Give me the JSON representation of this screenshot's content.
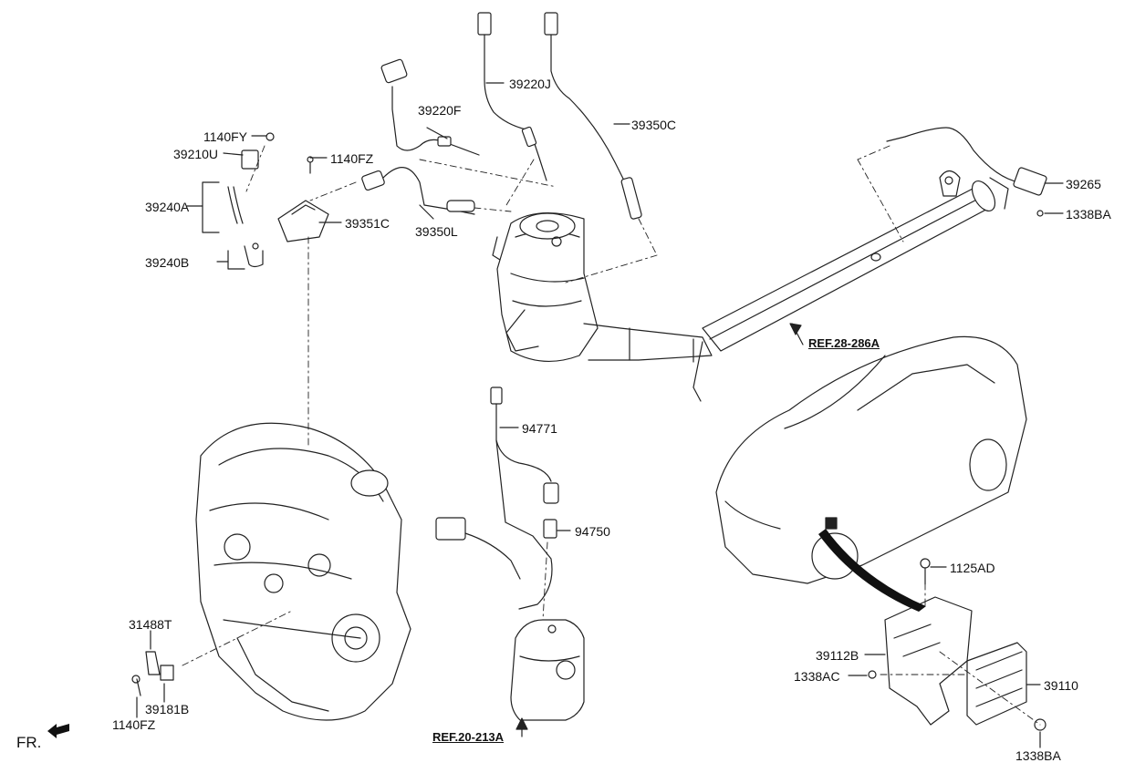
{
  "labels": {
    "p39220J": "39220J",
    "p39220F": "39220F",
    "p39350C": "39350C",
    "p1140FY": "1140FY",
    "p39210U": "39210U",
    "p1140FZ_top": "1140FZ",
    "p39240A": "39240A",
    "p39351C": "39351C",
    "p39350L": "39350L",
    "p39240B": "39240B",
    "p39265": "39265",
    "p1338BA_top": "1338BA",
    "ref28": "REF.28-286A",
    "p94771": "94771",
    "p94750": "94750",
    "p1125AD": "1125AD",
    "p39112B": "39112B",
    "p1338AC": "1338AC",
    "p39110": "39110",
    "p1338BA_bottom": "1338BA",
    "p31488T": "31488T",
    "p39181B": "39181B",
    "p1140FZ_bottom": "1140FZ",
    "ref20": "REF.20-213A",
    "fr": "FR."
  }
}
